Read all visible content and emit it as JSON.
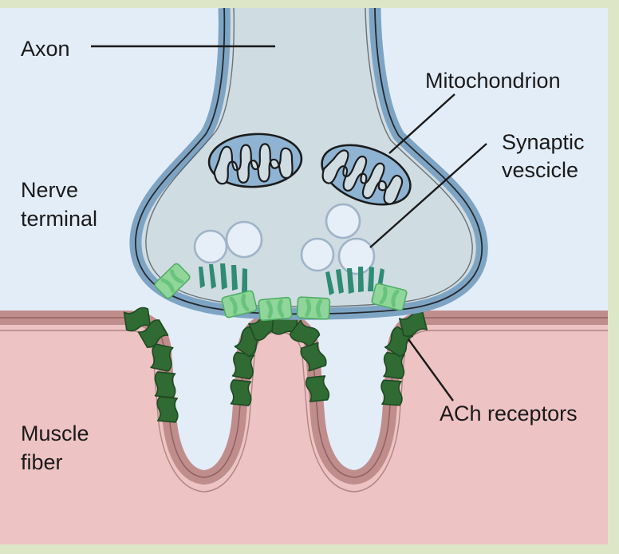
{
  "figure": {
    "title": "Neuromuscular junction diagram",
    "border_color": "#dde7c8",
    "background_color": "#e3edf8"
  },
  "labels": {
    "axon": "Axon",
    "nerve_terminal_line1": "Nerve",
    "nerve_terminal_line2": "terminal",
    "mitochondrion": "Mitochondrion",
    "synaptic_vesicle_line1": "Synaptic",
    "synaptic_vesicle_line2": "vescicle",
    "muscle_fiber_line1": "Muscle",
    "muscle_fiber_line2": "fiber",
    "ach_receptors": "ACh receptors"
  },
  "colors": {
    "background": "#e3edf8",
    "cleft": "#e3edf8",
    "terminal_cytoplasm": "#cfdce2",
    "axon_membrane": "#7ea4c4",
    "axon_membrane_stroke": "#1c1c1c",
    "mitochondrion_fill": "#8fb4d3",
    "mitochondrion_inner": "#cfdce2",
    "mitochondrion_stroke": "#1c1c1c",
    "vesicle_fill": "#e6eef7",
    "vesicle_stroke": "#9fb4c9",
    "channel_green": "#90d69a",
    "channel_green_stroke": "#4fae63",
    "spike_teal": "#2e8b74",
    "muscle_cytoplasm": "#edc3c3",
    "muscle_membrane": "#c08d8d",
    "muscle_membrane_stroke": "#7a4f4f",
    "receptor_green": "#2f6b33",
    "receptor_green_stroke": "#1e4a22",
    "leader_line": "#1a1a1a",
    "text": "#1a1a1a"
  },
  "structures": {
    "mitochondria_count": 2,
    "vesicle_count": 5,
    "junctional_fold_count": 2,
    "presynaptic_channel_count": 6,
    "active_zone_spike_clusters": 2
  },
  "chart_data": {
    "type": "diagram",
    "elements": [
      "Axon",
      "Nerve terminal",
      "Mitochondrion",
      "Synaptic vescicle",
      "Muscle fiber",
      "ACh receptors"
    ]
  }
}
